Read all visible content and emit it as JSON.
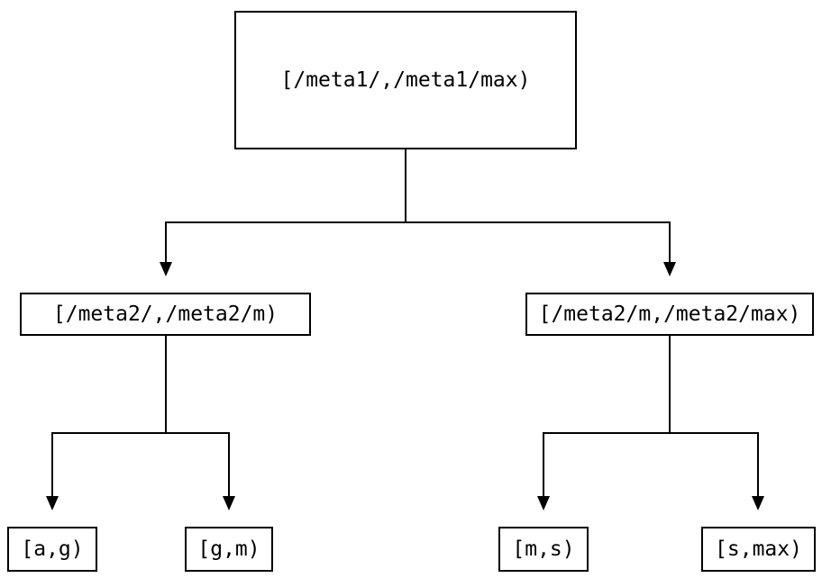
{
  "diagram": {
    "type": "tree",
    "description": "Binary range-partition tree with interval-labeled nodes",
    "colors": {
      "background": "#ffffff",
      "line": "#000000",
      "text": "#000000",
      "node_fill": "#ffffff"
    },
    "nodes": {
      "root": {
        "label": "[/meta1/,/meta1/max)",
        "level": 0
      },
      "left": {
        "label": "[/meta2/,/meta2/m)",
        "level": 1,
        "parent": "root"
      },
      "right": {
        "label": "[/meta2/m,/meta2/max)",
        "level": 1,
        "parent": "root"
      },
      "leaf_ag": {
        "label": "[a,g)",
        "level": 2,
        "parent": "left"
      },
      "leaf_gm": {
        "label": "[g,m)",
        "level": 2,
        "parent": "left"
      },
      "leaf_ms": {
        "label": "[m,s)",
        "level": 2,
        "parent": "right"
      },
      "leaf_smax": {
        "label": "[s,max)",
        "level": 2,
        "parent": "right"
      }
    },
    "edges": [
      {
        "from": "root",
        "to": "left",
        "arrow": true
      },
      {
        "from": "root",
        "to": "right",
        "arrow": true
      },
      {
        "from": "left",
        "to": "leaf_ag",
        "arrow": true
      },
      {
        "from": "left",
        "to": "leaf_gm",
        "arrow": true
      },
      {
        "from": "right",
        "to": "leaf_ms",
        "arrow": true
      },
      {
        "from": "right",
        "to": "leaf_smax",
        "arrow": true
      }
    ]
  }
}
